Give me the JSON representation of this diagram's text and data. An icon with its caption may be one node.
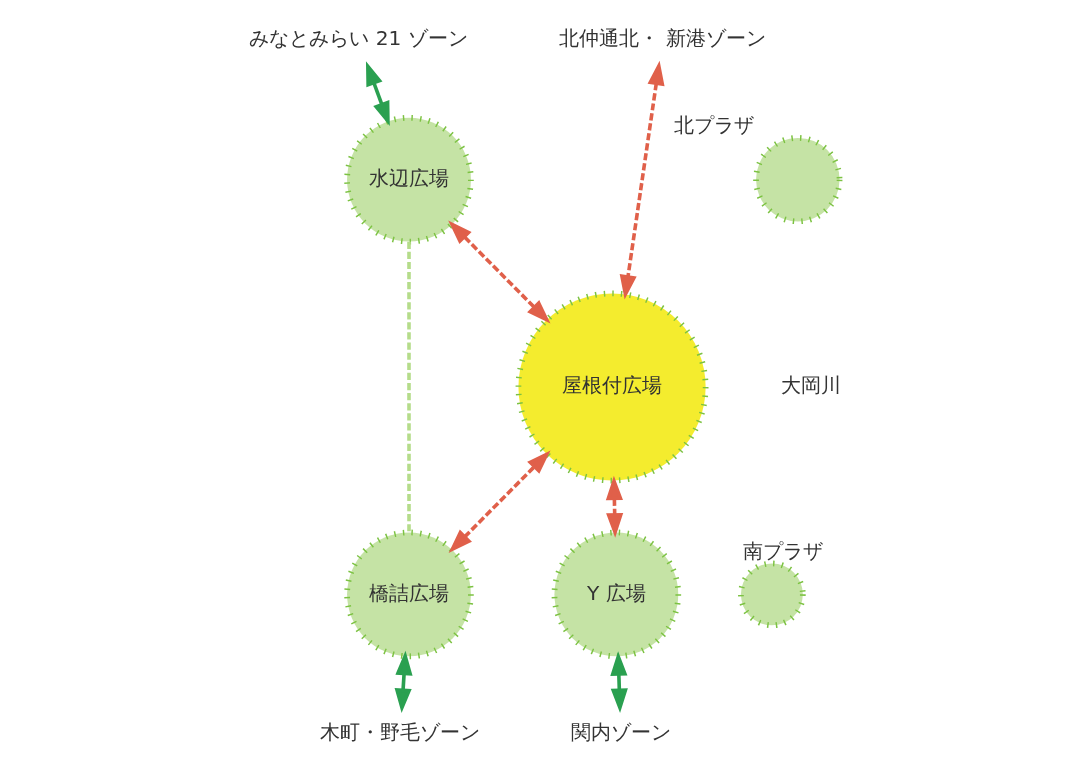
{
  "diagram": {
    "nodes": [
      {
        "text": [
          "みなとみらい 21 ゾーン"
        ]
      },
      {
        "text": [
          "北仲通北・ 新港ゾーン"
        ]
      },
      {
        "text": [
          "水辺広場"
        ]
      },
      {
        "text": [],
        "shape": "circle",
        "beside": [
          "北プラザ"
        ]
      },
      {
        "text": [
          "屋根付広場"
        ]
      },
      {
        "text": [
          "橋詰広場"
        ]
      },
      {
        "text": [],
        "shape": "circle",
        "beside": [
          "南プラザ"
        ]
      },
      {
        "text": [
          "Y 広場"
        ]
      },
      {
        "text": [
          "木町・野毛ゾーン"
        ]
      },
      {
        "text": [
          "関内ゾーン"
        ]
      }
    ],
    "edges": [
      {
        "from": 0,
        "to": 2,
        "arrow": "both",
        "color": "#2aa050"
      },
      {
        "from": 1,
        "to": 4,
        "arrow": "both",
        "style": "dashed",
        "color": "#e0604a"
      },
      {
        "from": 2,
        "to": 4,
        "arrow": "both",
        "style": "dashed",
        "color": "#e0604a"
      },
      {
        "from": 2,
        "to": 5,
        "arrow": "none",
        "style": "dashed",
        "color": "#b5dc8a"
      },
      {
        "from": 5,
        "to": 4,
        "arrow": "both",
        "style": "dashed",
        "color": "#e0604a"
      },
      {
        "from": 4,
        "to": 7,
        "arrow": "both",
        "style": "dashed",
        "color": "#e0604a"
      },
      {
        "from": 8,
        "to": 5,
        "arrow": "both",
        "color": "#2aa050"
      },
      {
        "from": 7,
        "to": 9,
        "arrow": "both",
        "color": "#2aa050"
      }
    ],
    "labels": [
      "大岡川"
    ]
  }
}
